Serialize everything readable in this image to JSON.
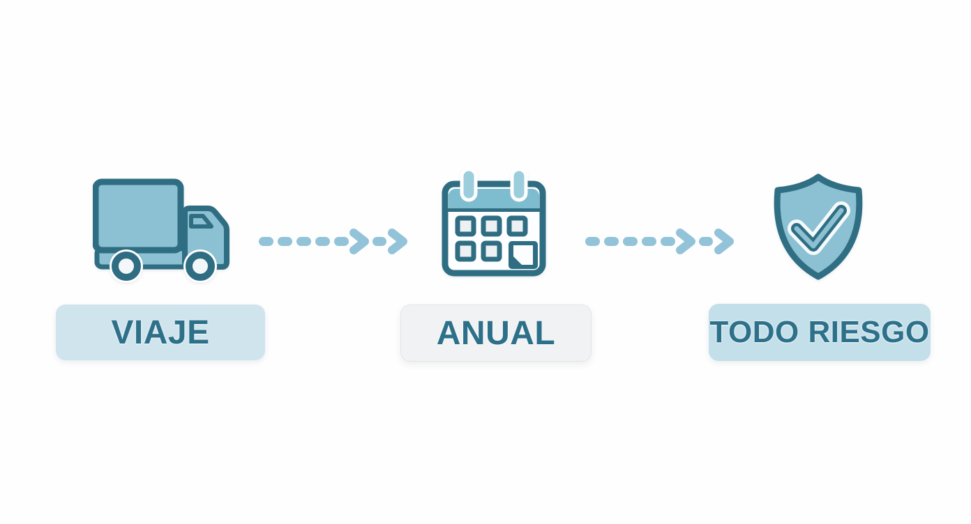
{
  "page": {
    "background": "#fefefe"
  },
  "diagram": {
    "steps": [
      {
        "id": "viaje",
        "label": "VIAJE",
        "icon": "truck-icon",
        "label_bg": "#cfe4ed"
      },
      {
        "id": "anual",
        "label": "ANUAL",
        "icon": "calendar-icon",
        "label_bg": "#f1f2f4"
      },
      {
        "id": "todo-riesgo",
        "label": "TODO RIESGO",
        "icon": "shield-check-icon",
        "label_bg": "#c3dfe9"
      }
    ],
    "connectors": [
      {
        "from": "viaje",
        "to": "anual",
        "style": "dashed-arrow-right"
      },
      {
        "from": "anual",
        "to": "todo-riesgo",
        "style": "dashed-arrow-right"
      }
    ],
    "colors": {
      "icon_fill": "#8cc0d3",
      "icon_outline": "#2f6d82",
      "arrow": "#92c3d8",
      "label_text": "#2d7089",
      "calendar_header": "#7ebccf",
      "calendar_ring": "#9ccddd"
    }
  }
}
